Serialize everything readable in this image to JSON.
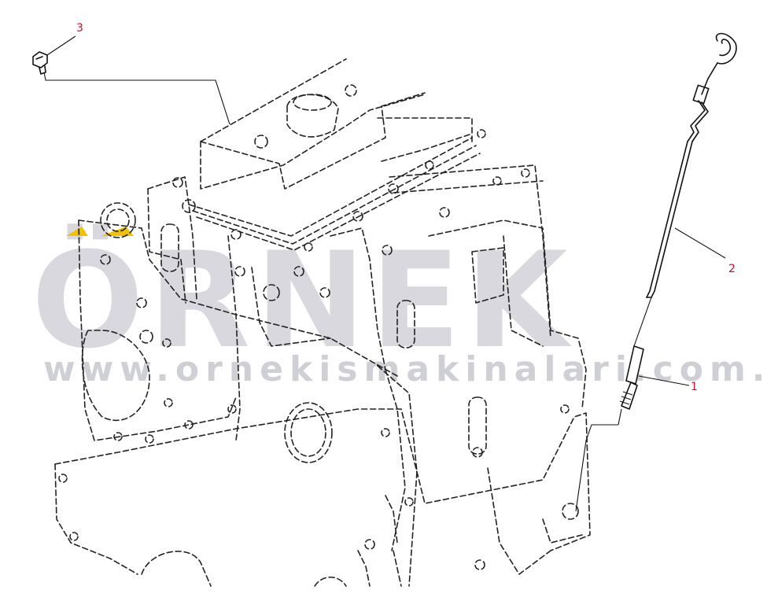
{
  "callouts": [
    {
      "number": "1"
    },
    {
      "number": "2"
    },
    {
      "number": "3"
    }
  ],
  "watermark": {
    "brand": "ÖRNEK",
    "url": "www.ornekismakinalari.com.tr",
    "accent_color": "#f2c200"
  },
  "colors": {
    "callout_text": "#c8102e",
    "line": "#111111",
    "watermark": "#d8d8de"
  }
}
